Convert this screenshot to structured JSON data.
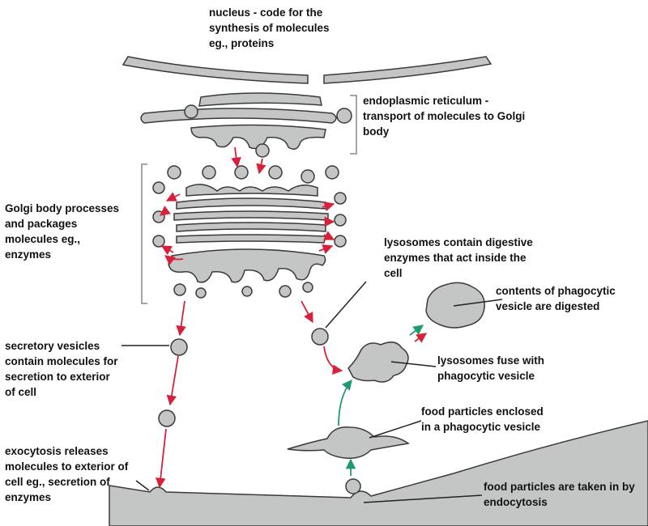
{
  "labels": {
    "nucleus": "nucleus - code for the\nsynthesis of molecules\neg., proteins",
    "er": "endoplasmic reticulum -\ntransport of molecules to Golgi\nbody",
    "golgi": "Golgi body processes\nand packages\nmolecules eg.,\nenzymes",
    "lysosomes": "lysosomes contain digestive\nenzymes that act inside the\ncell",
    "phago_digested": "contents of phagocytic\nvesicle are digested",
    "secretory": "secretory vesicles\ncontain molecules for\nsecretion to exterior\nof cell",
    "fuse": "lysosomes fuse with\nphagocytic vesicle",
    "food_enclosed": "food particles enclosed\nin a phagocytic vesicle",
    "exocytosis": "exocytosis releases\nmolecules to exterior of\ncell eg., secretion of\nenzymes",
    "endocytosis": "food particles are taken in by\nendocytosis"
  },
  "colors": {
    "organelle_fill": "#c4c6c6",
    "organelle_stroke": "#3a3a3a",
    "arrow_red": "#d8203a",
    "arrow_green": "#1f9a6e",
    "line": "#222222",
    "bracket": "#888888"
  }
}
